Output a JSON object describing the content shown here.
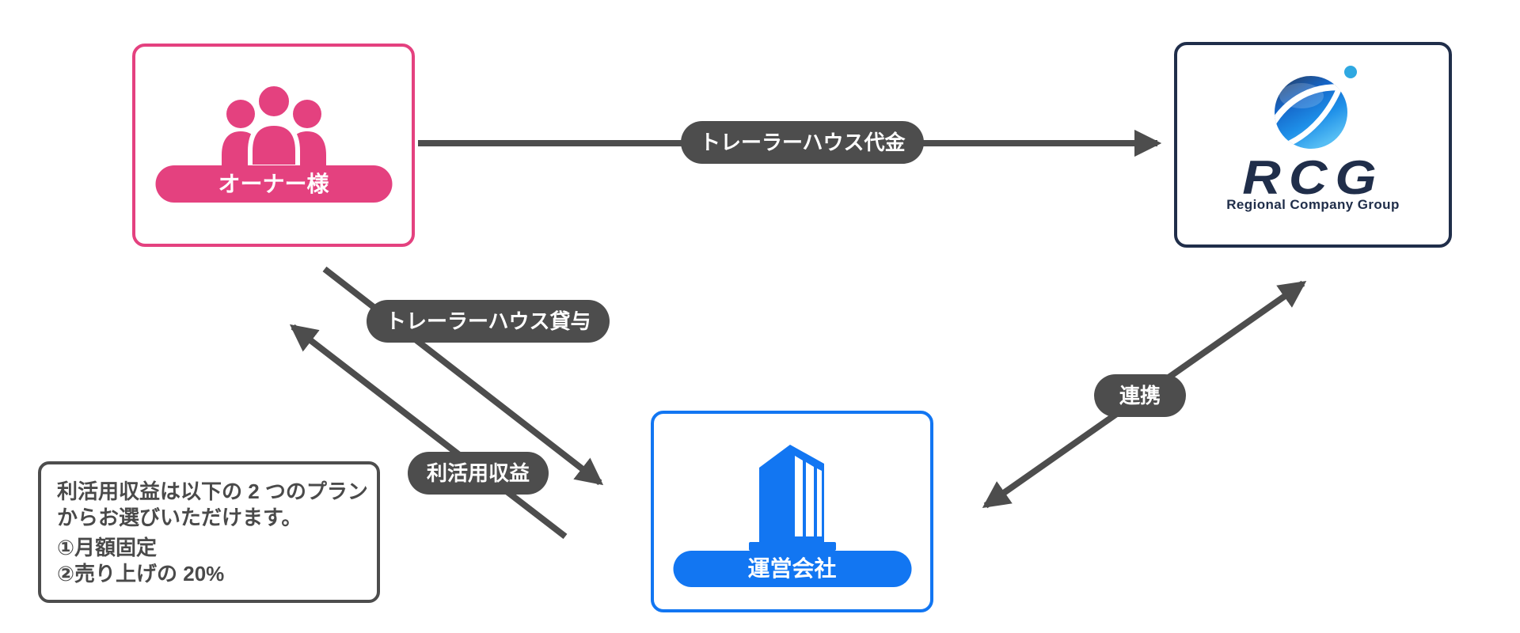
{
  "diagram": {
    "owner": {
      "label": "オーナー様"
    },
    "rcg": {
      "wordmark": "RCG",
      "subtitle": "Regional Company Group"
    },
    "operator": {
      "label": "運営会社"
    },
    "arrows": {
      "payment": "トレーラーハウス代金",
      "lease": "トレーラーハウス貸与",
      "revenue": "利活用収益",
      "partnership": "連携"
    },
    "note": {
      "line1": "利活用収益は以下の 2 つのプラン",
      "line2": "からお選びいただけます。",
      "line3": "①月額固定",
      "line4": "②売り上げの 20%"
    },
    "icons": {
      "owner": "people-icon",
      "rcg": "globe-orbit-icon",
      "operator": "building-icon"
    },
    "colors": {
      "owner_pink": "#E4417F",
      "operator_blue": "#1276F2",
      "arrow_dark": "#4D4D4D",
      "rcg_navy": "#202E4A",
      "globe_blue": "#1E8FE8",
      "background": "#FFFFFF"
    }
  }
}
